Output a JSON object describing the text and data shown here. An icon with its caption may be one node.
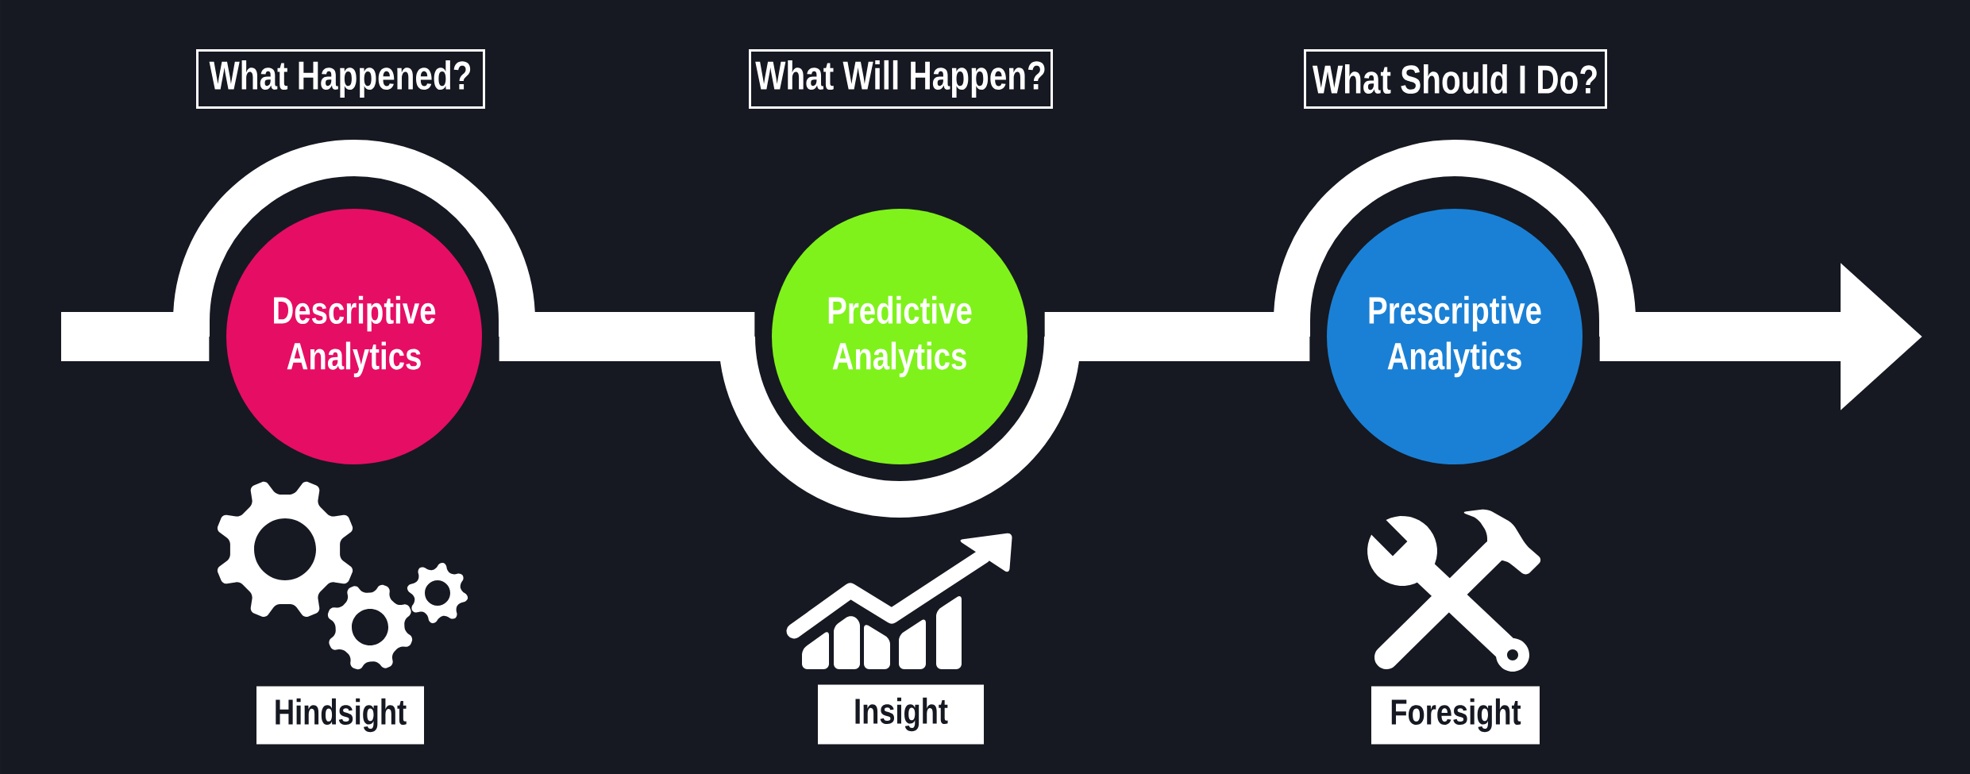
{
  "diagram": {
    "nodes": [
      {
        "text": [
          "What Happened?"
        ]
      },
      {
        "text": [
          "What Will Happen?"
        ]
      },
      {
        "text": [
          "What Should I Do?"
        ]
      },
      {
        "text": [
          "Descriptive Analytics"
        ]
      },
      {
        "text": [
          "Predictive Analytics"
        ]
      },
      {
        "text": [
          "Prescriptive Analytics"
        ]
      },
      {
        "text": [
          "Hindsight"
        ]
      },
      {
        "text": [
          "Insight"
        ]
      },
      {
        "text": [
          "Foresight"
        ]
      }
    ],
    "edges": [
      {
        "from": null,
        "to": 3,
        "arrow": "none"
      },
      {
        "from": 3,
        "to": 4,
        "arrow": "none"
      },
      {
        "from": 4,
        "to": 5,
        "arrow": "none"
      },
      {
        "from": 5,
        "to": null,
        "arrow": "to"
      }
    ]
  }
}
